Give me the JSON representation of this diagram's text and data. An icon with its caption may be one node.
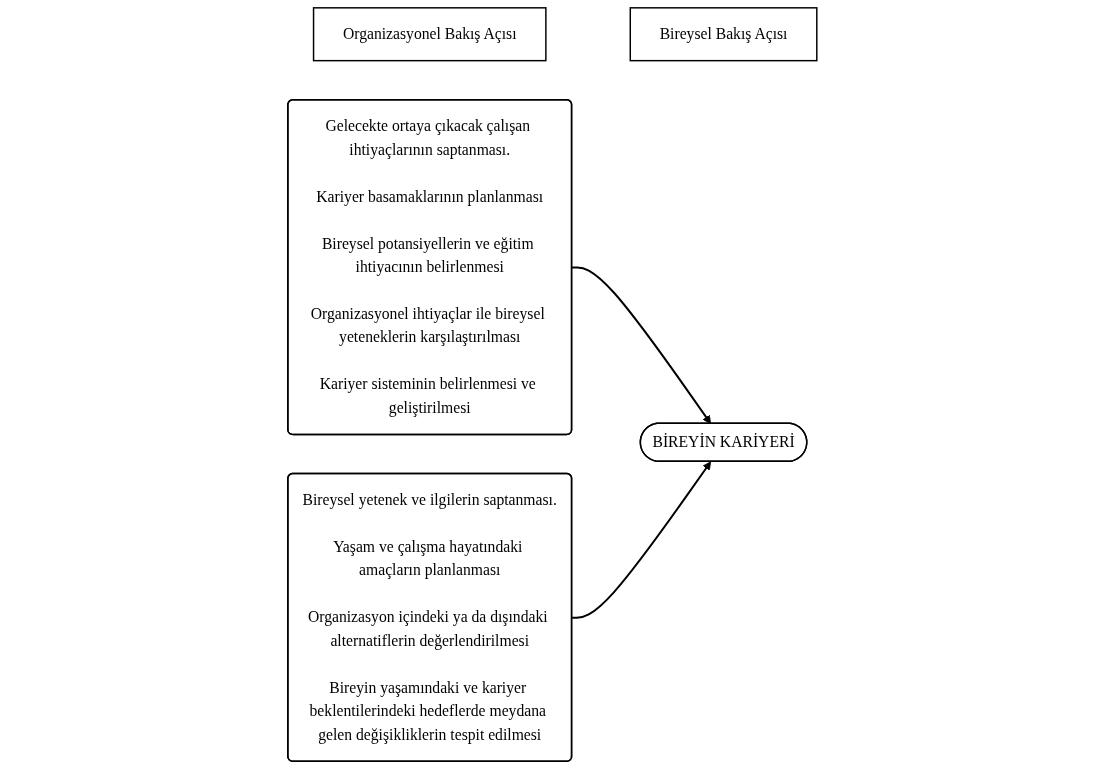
{
  "diagram": {
    "nodes": [
      {
        "text": [
          "Organizasyonel Bakış Açısı"
        ]
      },
      {
        "text": [
          "Bireysel Bakış Açısı"
        ]
      },
      {
        "text": [
          "Gelecekte ortaya çıkacak çalışan ihtiyaçlarının saptanması.",
          "Kariyer basamaklarının planlanması",
          "Bireysel potansiyellerin ve eğitim ihtiyacının belirlenmesi",
          "Organizasyonel ihtiyaçlar ile bireysel yeteneklerin karşılaştırılması",
          "Kariyer sisteminin belirlenmesi ve geliştirilmesi"
        ]
      },
      {
        "text": [
          "BİREYİN KARİYERİ"
        ]
      },
      {
        "text": [
          "Bireysel yetenek ve ilgilerin saptanması.",
          "Yaşam ve çalışma hayatındaki amaçların planlanması",
          "Organizasyon içindeki ya da dışındaki alternatiflerin değerlendirilmesi",
          "Bireyin yaşamındaki ve kariyer beklentilerindeki hedeflerde meydana gelen değişikliklerin tespit edilmesi"
        ]
      }
    ],
    "edges": [
      {
        "from": 2,
        "to": 3,
        "arrow": "to"
      },
      {
        "from": 4,
        "to": 3,
        "arrow": "to"
      }
    ]
  }
}
